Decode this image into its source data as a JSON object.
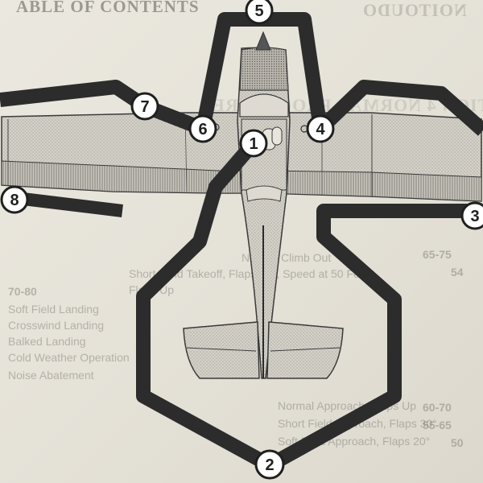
{
  "background_text": {
    "header_left": "ABLE OF CONTENTS",
    "header_right": "NOITOUDO",
    "mid_mirrored": "SECTION 4 NORMAL PROCEDURES",
    "lines": [
      "Normal Climb Out",
      "Short Field Takeoff, Flaps 10°, Speed at 50 Feet",
      "Flaps Up",
      "Soft Field Landing",
      "Crosswind Landing",
      "Balked Landing",
      "Cold Weather Operation",
      "Noise Abatement",
      "Normal Approach, Flaps Up",
      "Short Field Approach, Flaps 30°",
      "Soft Field Approach, Flaps 20°"
    ],
    "values": [
      "65-75",
      "54",
      "70-80",
      "60-70",
      "55-65",
      "50"
    ]
  },
  "callouts": [
    {
      "id": "1",
      "label": "1"
    },
    {
      "id": "2",
      "label": "2"
    },
    {
      "id": "3",
      "label": "3"
    },
    {
      "id": "4",
      "label": "4"
    },
    {
      "id": "5",
      "label": "5"
    },
    {
      "id": "6",
      "label": "6"
    },
    {
      "id": "7",
      "label": "7"
    },
    {
      "id": "8",
      "label": "8"
    }
  ],
  "colors": {
    "page": "#e6e3da",
    "path": "#2c2c2c",
    "callout_fill": "#ffffff",
    "airplane_fill": "#cfccc4",
    "airplane_outline": "#3a3a3a"
  }
}
